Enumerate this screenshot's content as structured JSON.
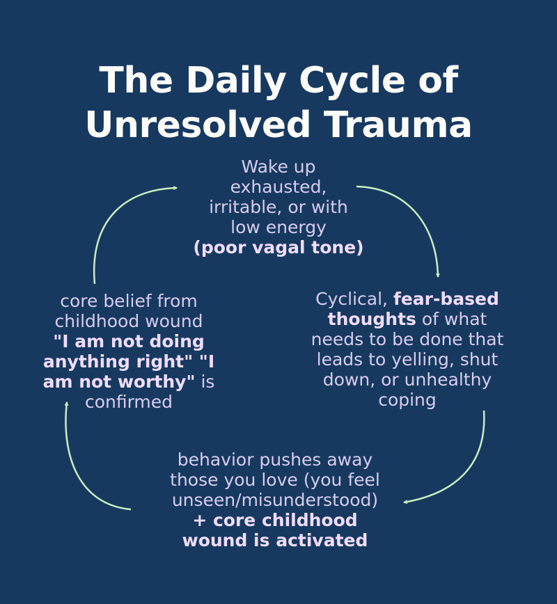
{
  "title": {
    "line1": "The Daily Cycle of",
    "line2": "Unresolved Trauma"
  },
  "nodes": {
    "top": {
      "line1": "Wake up",
      "line2": "exhausted,",
      "line3": "irritable, or with",
      "line4": "low energy",
      "line5_bold": "(poor vagal tone)"
    },
    "right": {
      "line1_pre": "Cyclical, ",
      "line1_bold": "fear-based",
      "line2_bold": "thoughts",
      "line2_post": " of what",
      "line3": "needs to be done that",
      "line4": "leads to yelling, shut",
      "line5": "down, or unhealthy",
      "line6": "coping"
    },
    "bottom": {
      "line1": "behavior pushes away",
      "line2": "those you love (you feel",
      "line3": "unseen/misunderstood)",
      "line4_bold": "+ core childhood",
      "line5_bold": "wound is activated"
    },
    "left": {
      "line1": "core belief from",
      "line2": "childhood wound",
      "line3_bold": "\"I am not doing",
      "line4_bold": "anything right\" \"I",
      "line5_bold": "am not worthy\"",
      "line5_post": " is",
      "line6": "confirmed"
    }
  },
  "colors": {
    "background": "#173960",
    "title": "#fbfbf8",
    "text": "#d8cdee",
    "arrow": "#c8f0c0"
  }
}
